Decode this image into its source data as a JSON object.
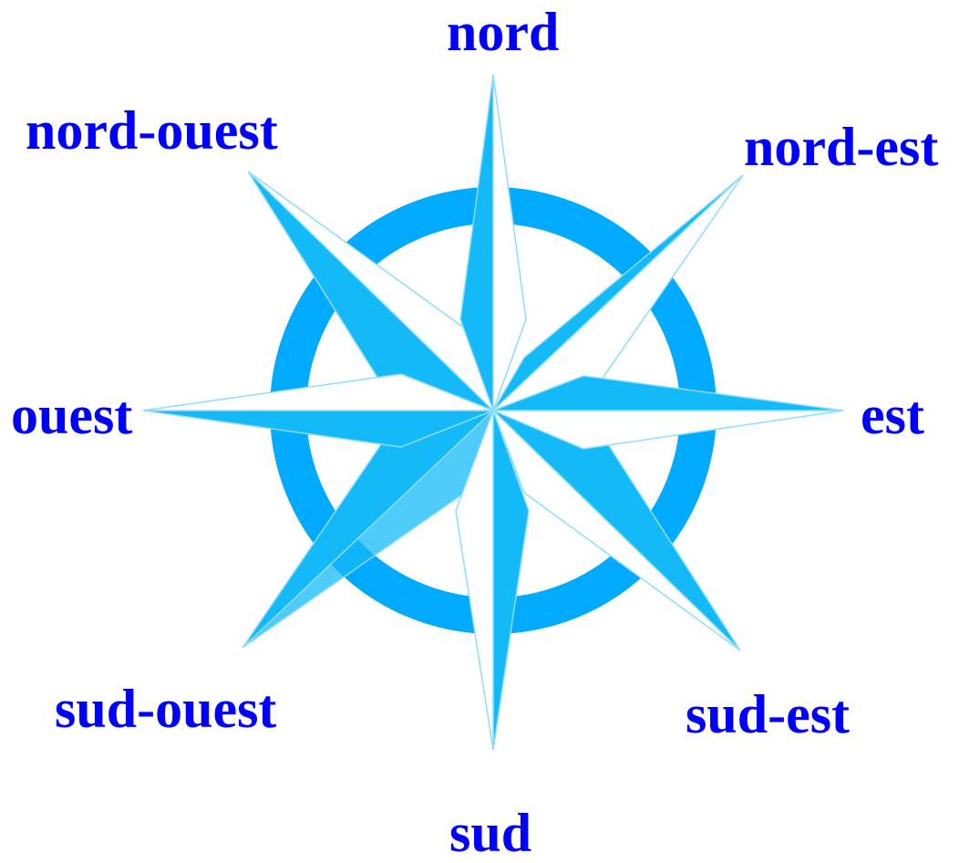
{
  "labels": {
    "north": "nord",
    "northwest": "nord-ouest",
    "northeast": "nord-est",
    "west": "ouest",
    "east": "est",
    "southwest": "sud-ouest",
    "southeast": "sud-est",
    "south": "sud"
  },
  "colors": {
    "label_text": "#0000ff",
    "ring": "#00aaff",
    "point_dark": "#13baf7",
    "point_light": "#ffffff",
    "point_outline": "#8fdcfb"
  }
}
